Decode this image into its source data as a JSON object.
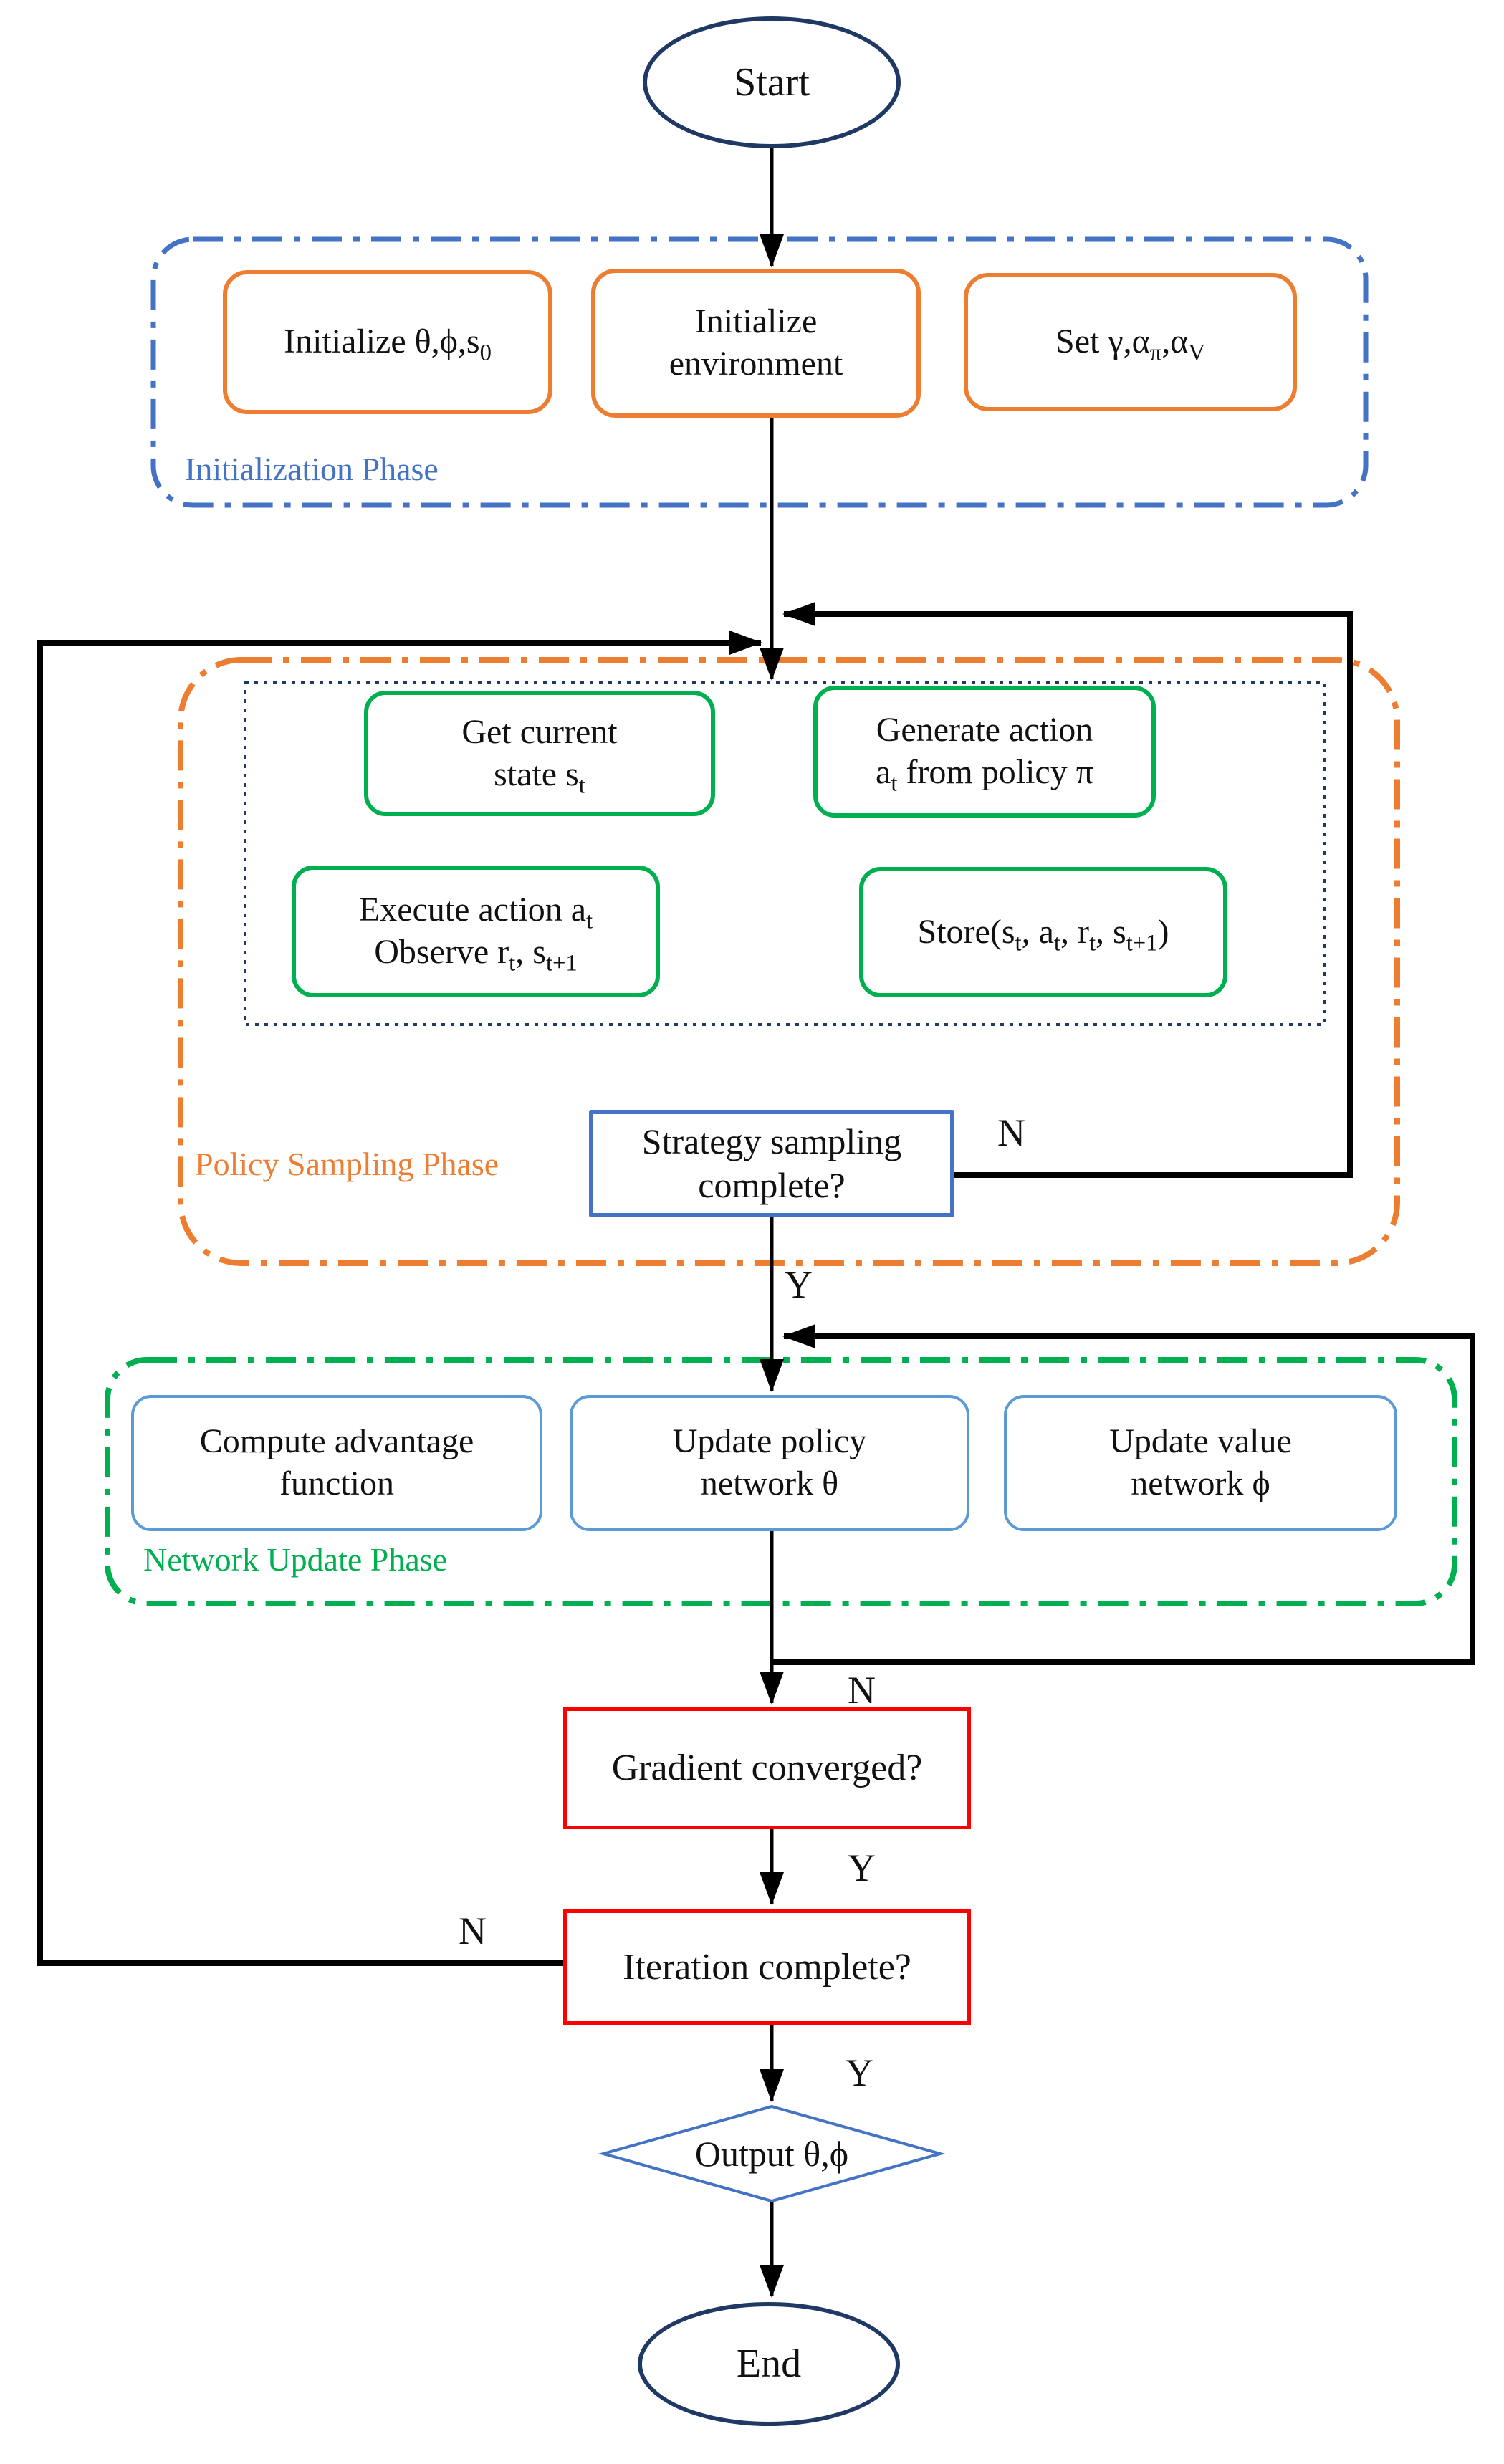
{
  "diagram": {
    "type": "flowchart",
    "nodes": {
      "start": {
        "label": "Start"
      },
      "initialize_parameters": {
        "label_html": "Initialize θ,ϕ,s<sub>0</sub>"
      },
      "initialize_environment": {
        "label_html": "Initialize<br>environment"
      },
      "set_hyperparameters": {
        "label_html": "Set γ,α<sub>π</sub>,α<sub>V</sub>"
      },
      "get_current_state": {
        "label_html": "Get current<br>state s<sub>t</sub>"
      },
      "generate_action": {
        "label_html": "Generate action<br>a<sub>t</sub> from policy π"
      },
      "execute_action": {
        "label_html": "Execute action a<sub>t</sub><br>Observe r<sub>t</sub>, s<sub>t+1</sub>"
      },
      "store_transition": {
        "label_html": "Store(s<sub>t</sub>, a<sub>t</sub>, r<sub>t</sub>, s<sub>t+1</sub>)"
      },
      "strategy_sampling_complete": {
        "label_html": "Strategy sampling<br>complete?"
      },
      "compute_advantage": {
        "label_html": "Compute advantage<br>function"
      },
      "update_policy_network": {
        "label_html": "Update policy<br>network θ"
      },
      "update_value_network": {
        "label_html": "Update value<br>network ϕ"
      },
      "gradient_converged": {
        "label": "Gradient converged?"
      },
      "iteration_complete": {
        "label": "Iteration complete?"
      },
      "output_parameters": {
        "label_html": "Output θ,ϕ"
      },
      "end": {
        "label": "End"
      }
    },
    "phases": {
      "initialization": {
        "label": "Initialization Phase",
        "color": "#4472C4"
      },
      "policy_sampling": {
        "label": "Policy Sampling Phase",
        "color": "#ED7D31"
      },
      "network_update": {
        "label": "Network Update Phase",
        "color": "#00B050"
      }
    },
    "edge_labels": {
      "strategy_no": "N",
      "strategy_yes": "Y",
      "gradient_no": "N",
      "gradient_yes": "Y",
      "iteration_no": "N",
      "iteration_yes": "Y"
    },
    "edges": [
      {
        "from": "start",
        "to": "initialize_environment"
      },
      {
        "from": "initialize_environment",
        "to": "policy_sampling_phase"
      },
      {
        "from": "strategy_sampling_complete",
        "to": "policy_sampling_phase",
        "label": "N"
      },
      {
        "from": "strategy_sampling_complete",
        "to": "update_policy_network",
        "label": "Y"
      },
      {
        "from": "gradient_converged",
        "to": "network_update_phase",
        "label": "N"
      },
      {
        "from": "gradient_converged",
        "to": "iteration_complete",
        "label": "Y"
      },
      {
        "from": "iteration_complete",
        "to": "policy_sampling_phase",
        "label": "N"
      },
      {
        "from": "iteration_complete",
        "to": "output_parameters",
        "label": "Y"
      },
      {
        "from": "output_parameters",
        "to": "end"
      }
    ],
    "colors": {
      "terminator_border": "#1F3864",
      "initialization_box_border": "#ED7D31",
      "sampling_box_border": "#00B050",
      "network_box_border": "#5B9BD5",
      "strategy_decision_border": "#4472C4",
      "converge_decision_border": "#FF0000",
      "output_diamond_border": "#4472C4",
      "inner_group_border": "#1F3864",
      "flow_line": "#000000"
    }
  }
}
